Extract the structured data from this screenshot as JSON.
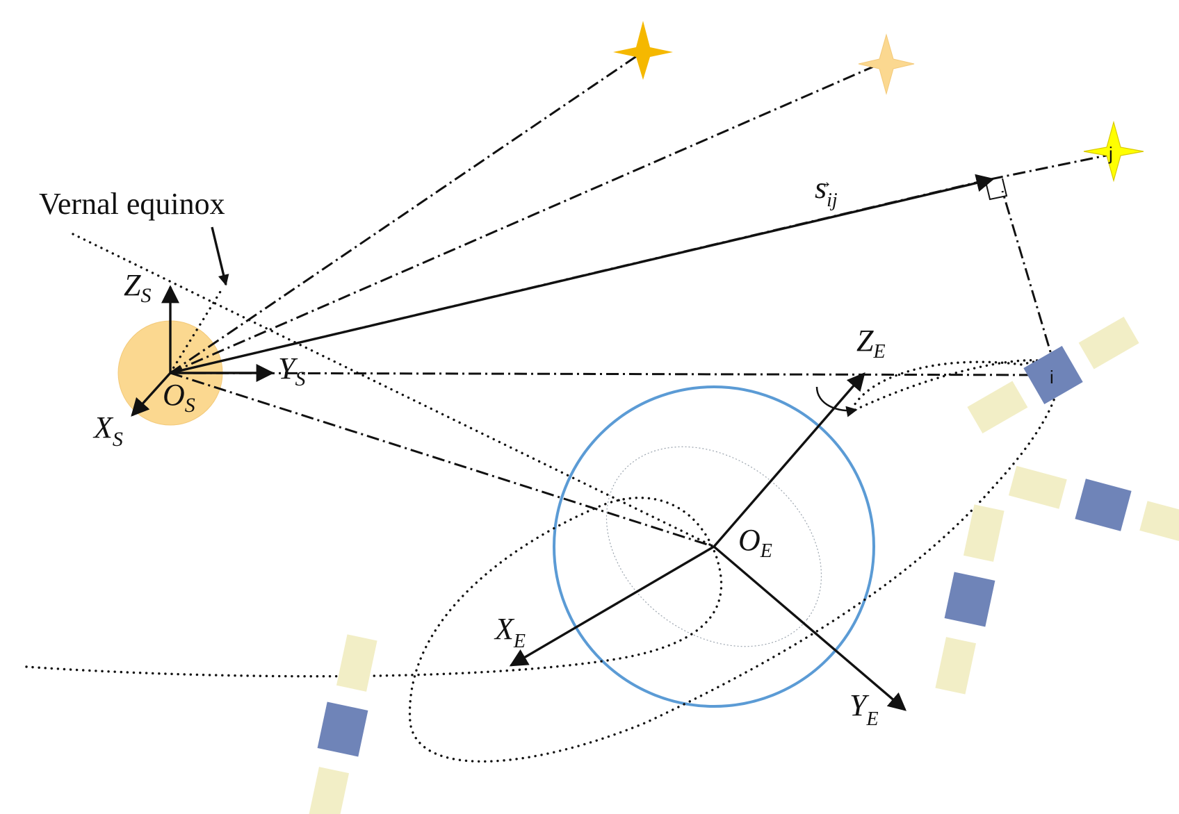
{
  "labels": {
    "vernal_equinox": "Vernal equinox",
    "zs": "Z",
    "zs_sub": "S",
    "ys": "Y",
    "ys_sub": "S",
    "xs": "X",
    "xs_sub": "S",
    "os": "O",
    "os_sub": "S",
    "ze": "Z",
    "ze_sub": "E",
    "ye": "Y",
    "ye_sub": "E",
    "xe": "X",
    "xe_sub": "E",
    "oe": "O",
    "oe_sub": "E",
    "sij": "s",
    "sij_sub": "ij",
    "sij_vec": "→",
    "star_j": "j",
    "sat_i": "i"
  },
  "colors": {
    "sun": "#fbd890",
    "earth_outline": "#5b9bd5",
    "star_orange": "#f5b800",
    "star_pale": "#fbd890",
    "star_yellow": "#ffff00",
    "sat_body": "#6f84b8",
    "sat_panel": "#f2eec6"
  },
  "icons": {
    "sun": "sun-icon",
    "earth": "earth-icon",
    "star": "star-icon",
    "satellite": "satellite-icon"
  }
}
